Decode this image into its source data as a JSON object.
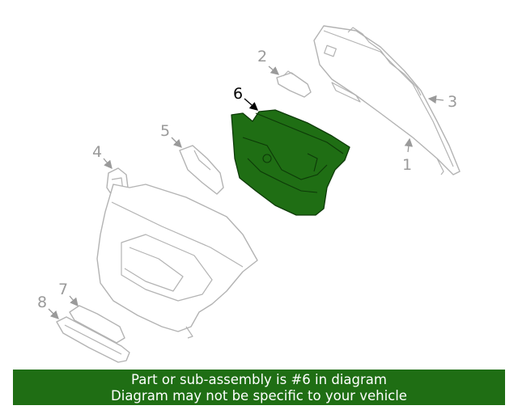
{
  "diagram": {
    "callouts": [
      "1",
      "2",
      "3",
      "4",
      "5",
      "6",
      "7",
      "8"
    ],
    "highlighted_part": "6",
    "highlight_color": "#1f6e14"
  },
  "banner": {
    "line1": "Part or sub-assembly is #6 in diagram",
    "line2": "Diagram may not be specific to your vehicle",
    "background": "#1f6e14",
    "text_color": "#ffffff"
  }
}
